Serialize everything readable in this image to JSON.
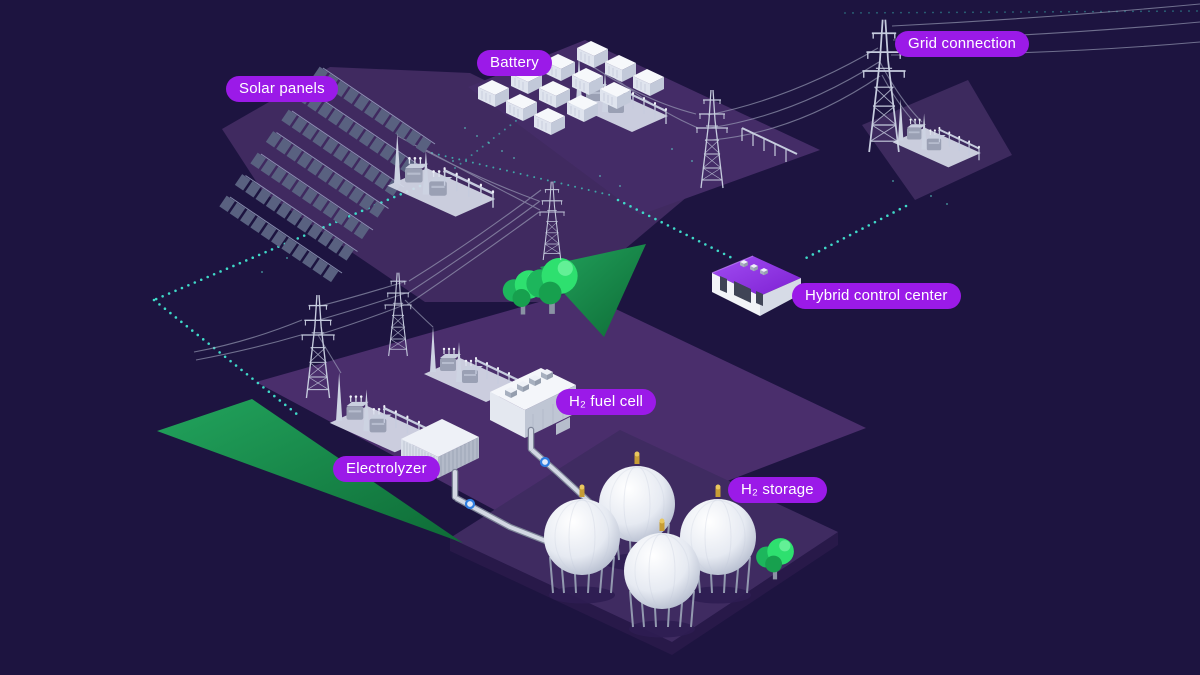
{
  "diagram": {
    "labels": [
      {
        "id": "solar",
        "text": "Solar panels"
      },
      {
        "id": "battery",
        "text": "Battery"
      },
      {
        "id": "grid",
        "text": "Grid connection"
      },
      {
        "id": "hybrid",
        "text": "Hybrid control center"
      },
      {
        "id": "fuelcell",
        "text": "H₂ fuel cell"
      },
      {
        "id": "electrolyzer",
        "text": "Electrolyzer"
      },
      {
        "id": "storage",
        "text": "H₂ storage"
      }
    ],
    "colors": {
      "background": "#1d1440",
      "platform_purple": "#452b66",
      "platform_dark": "#3d2a5e",
      "label_pill": "#9b1ae8",
      "label_text": "#ffffff",
      "dotted_link_teal": "#3fd9c8",
      "grass_green": "#1f8a4a",
      "tree_green": "#2ee06f",
      "structure_white": "#f2f4f8",
      "solar_panel_blue": "#5b6380",
      "control_center_roof": "#8c2fe2"
    }
  }
}
